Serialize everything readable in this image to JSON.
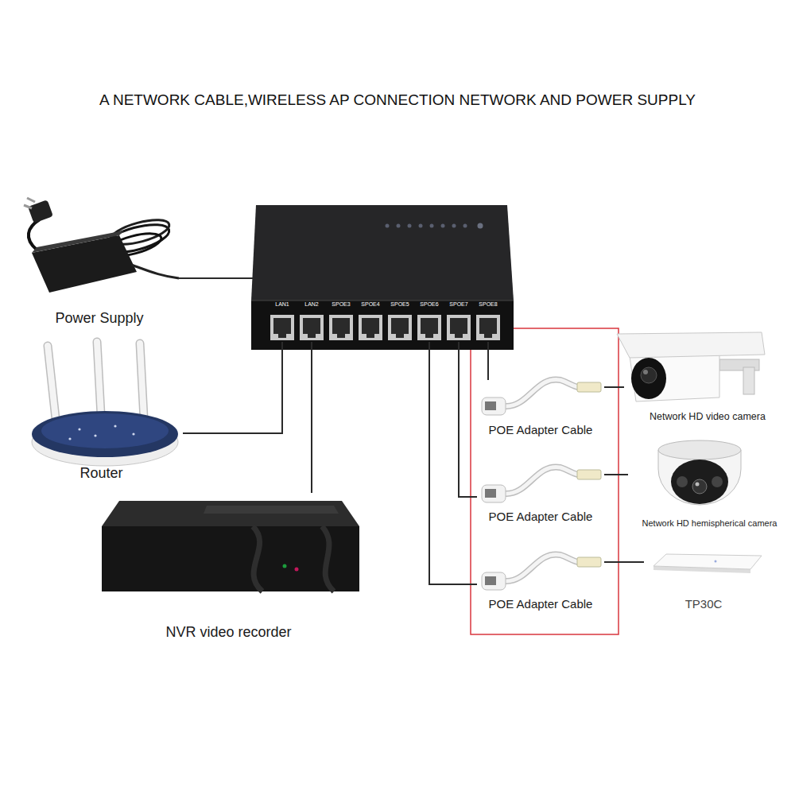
{
  "diagram": {
    "title": "A NETWORK CABLE,WIRELESS AP CONNECTION NETWORK AND POWER SUPPLY",
    "nodes": [
      {
        "text": [
          "LAN1",
          "LAN2",
          "SPOE3",
          "SPOE4",
          "SPOE5",
          "SPOE6",
          "SPOE7",
          "SPOE8"
        ]
      },
      {
        "text": [
          "Power Supply"
        ]
      },
      {
        "text": [
          "Router"
        ]
      },
      {
        "text": [
          "NVR video recorder"
        ]
      },
      {
        "text": [
          "POE Adapter Cable"
        ]
      },
      {
        "text": [
          "Network HD video camera"
        ]
      },
      {
        "text": [
          "POE Adapter Cable"
        ]
      },
      {
        "text": [
          "Network HD hemispherical camera"
        ]
      },
      {
        "text": [
          "POE Adapter Cable"
        ]
      },
      {
        "text": [
          "TP30C"
        ]
      }
    ],
    "edges": [
      {
        "from": 1,
        "to": 0,
        "arrow": "none"
      },
      {
        "from": 0,
        "to": 2,
        "arrow": "none"
      },
      {
        "from": 0,
        "to": 3,
        "arrow": "none"
      },
      {
        "from": 0,
        "to": 4,
        "arrow": "none"
      },
      {
        "from": 4,
        "to": 5,
        "arrow": "none"
      },
      {
        "from": 0,
        "to": 6,
        "arrow": "none"
      },
      {
        "from": 6,
        "to": 7,
        "arrow": "none"
      },
      {
        "from": 0,
        "to": 8,
        "arrow": "none"
      },
      {
        "from": 8,
        "to": 9,
        "arrow": "none"
      }
    ]
  }
}
